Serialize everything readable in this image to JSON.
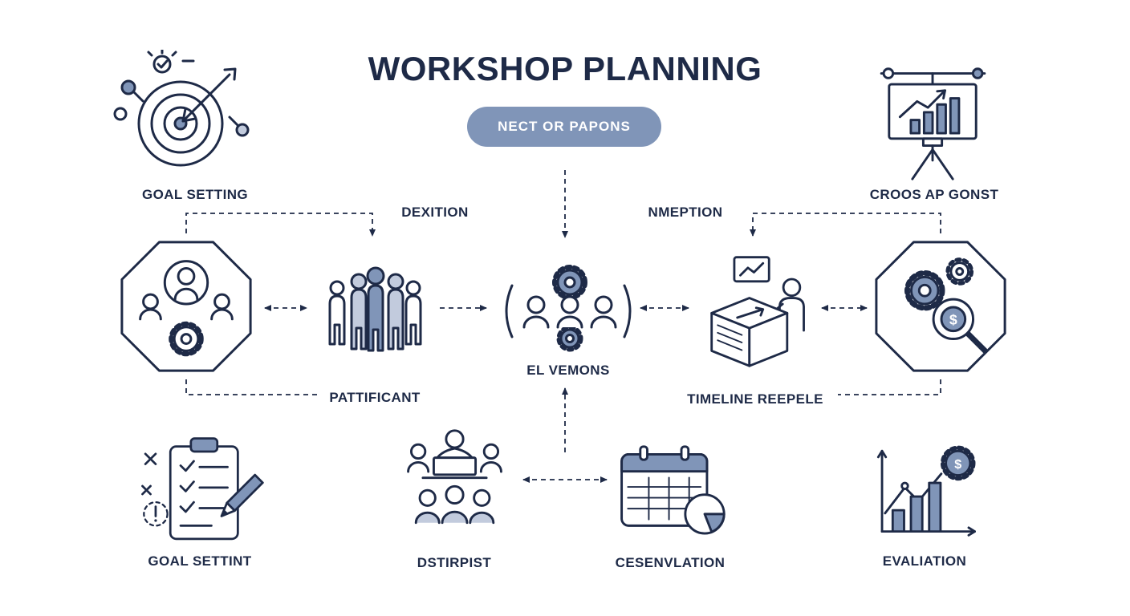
{
  "title": "WORKSHOP PLANNING",
  "badge": {
    "label": "NECT OR PAPONS"
  },
  "glyphs": {
    "dollar": "$"
  },
  "colors": {
    "ink": "#1e2a47",
    "accent": "#8095b8",
    "accent_light": "#c2cbdd",
    "background": "#ffffff"
  },
  "nodes": {
    "goal_setting": {
      "label": "GOAL SETTING",
      "icon": "target-arrow-icon"
    },
    "croos_ap_gonst": {
      "label": "CROOS AP GONST",
      "icon": "presentation-chart-icon"
    },
    "dexition": {
      "label": "DEXITION"
    },
    "nmeption": {
      "label": "NMEPTION"
    },
    "collaboration_hub": {
      "icon": "octagon-people-gear-icon"
    },
    "pattificant": {
      "label": "PATTIFICANT",
      "icon": "people-group-icon"
    },
    "el_vemons": {
      "label": "EL VEMONS",
      "icon": "team-gears-icon"
    },
    "timeline_reepele": {
      "label": "TIMELINE REEPELE",
      "icon": "box-person-icon"
    },
    "analysis_hub": {
      "icon": "octagon-gears-magnifier-icon"
    },
    "goal_settint": {
      "label": "GOAL SETTINT",
      "icon": "checklist-pencil-icon"
    },
    "dstirpist": {
      "label": "DSTIRPIST",
      "icon": "meeting-group-icon"
    },
    "cesenvlation": {
      "label": "CESENVLATION",
      "icon": "calendar-pie-icon"
    },
    "evaliation": {
      "label": "EVALIATION",
      "icon": "growth-chart-dollar-gear-icon"
    }
  }
}
